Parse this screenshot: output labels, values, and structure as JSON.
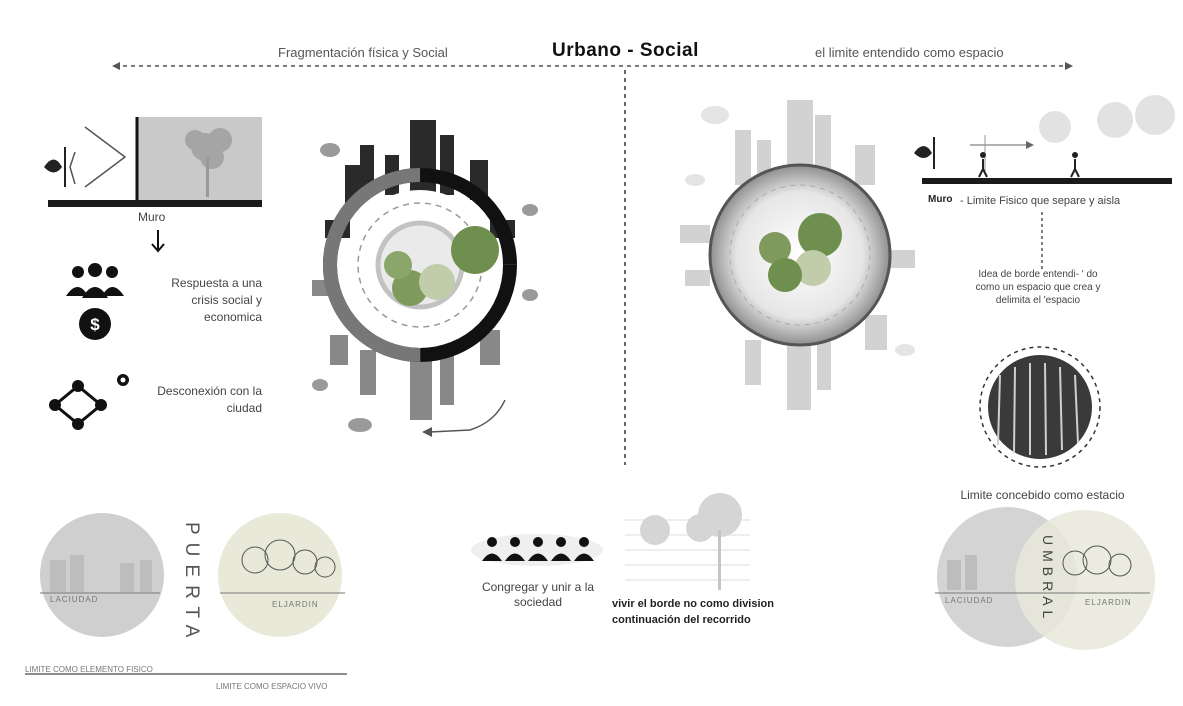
{
  "header": {
    "title": "Urbano - Social",
    "left_subtitle": "Fragmentación física y Social",
    "right_subtitle": "el limite entendido como espacio"
  },
  "left_panel": {
    "wall_label": "Muro",
    "response_text": "Respuesta a una crisis social y economica",
    "disconnect_text": "Desconexión con la ciudad"
  },
  "right_panel": {
    "wall_label": "Muro",
    "wall_caption": "- Limite Fisico que separe y aisla",
    "idea_text": "Idea de borde entendi- ' do como un espacio que crea y delimita el 'espacio",
    "space_caption": "Limite concebido como estacio"
  },
  "bottom_left": {
    "city_label": "LACIUDAD",
    "garden_label": "ELJARDIN",
    "door_label": "PUERTA",
    "limit_physical": "LIMITE COMO ELEMENTO FISICO",
    "limit_space": "LIMITE COMO ESPACIO VIVO"
  },
  "bottom_center": {
    "gather_text": "Congregar y unir a la sociedad",
    "border_text_1": "vivir el borde no como division",
    "border_text_2": "continuación del  recorrido"
  },
  "bottom_right": {
    "city_label": "LACIUDAD",
    "garden_label": "ELJARDIN",
    "threshold_label": "UMBRAL"
  },
  "colors": {
    "dark": "#1a1a1a",
    "gray_circle": "#cfcfcf",
    "garden_circle": "#e8e9d9",
    "tree_green": "#7f9a5c"
  }
}
